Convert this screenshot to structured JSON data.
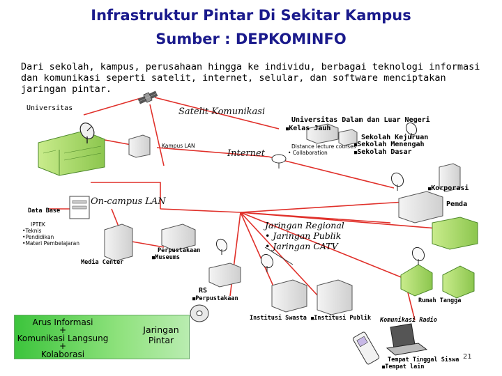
{
  "title_line1": "Infrastruktur Pintar Di Sekitar Kampus",
  "title_line2": "Sumber : DEPKOMINFO",
  "intro_text": "Dari sekolah, kampus, perusahaan hingga ke individu, berbagai teknologi informasi dan komunikasi seperti satelit, internet, selular, dan software menciptakan jaringan pintar.",
  "labels": {
    "universitas": "Universitas",
    "satelit": "Satelit Komunikasi",
    "univ_luar_1": "Universitas Dalam dan Luar Negeri",
    "univ_luar_2": "Kelas Jauh",
    "sekolah_kejuruan": "Sekolah Kejuruan",
    "sekolah_menengah": "Sekolah Menengah",
    "sekolah_dasar": "Sekolah Dasar",
    "distance_lecture": "Distance lecture courses",
    "collaboration": "Collaboration",
    "kampus_lan": "Kampus LAN",
    "internet": "Internet",
    "korporasi": "Korporasi",
    "pemda": "Pemda",
    "on_campus_lan": "On-campus LAN",
    "data_base": "Data Base",
    "iptek": "IPTEK",
    "media_center": "Media Center",
    "perpustakaan": "Perpustakaan",
    "museums": "Museums",
    "rs": "RS",
    "perpustakaan2": "Perpustakaan",
    "institusi_swasta": "Institusi Swasta",
    "institusi_publik": "Institusi Publik",
    "komunikasi_radio": "Komunikasi Radio",
    "rumah_tangga": "Rumah Tangga",
    "tempat_tinggal": "Tempat Tinggal Siswa",
    "tempat_lain": "Tempat lain"
  },
  "iptek_items": [
    "Teknis",
    "Pendidikan",
    "Materi Pembelajaran"
  ],
  "regional": [
    "Jaringan Regional",
    "Jaringan Publik",
    "Jaringan  CATV"
  ],
  "summary": {
    "line1": "Arus Informasi",
    "plus": "+",
    "line2": "Komunikasi Langsung",
    "line3": "Kolaborasi",
    "result_1": "Jaringan",
    "result_2": "Pintar"
  },
  "page_number": "21",
  "colors": {
    "title": "#1a1a8c",
    "link_red": "#e0302a",
    "building_green": "#a5d66a",
    "green_box": "#5bd05b"
  }
}
